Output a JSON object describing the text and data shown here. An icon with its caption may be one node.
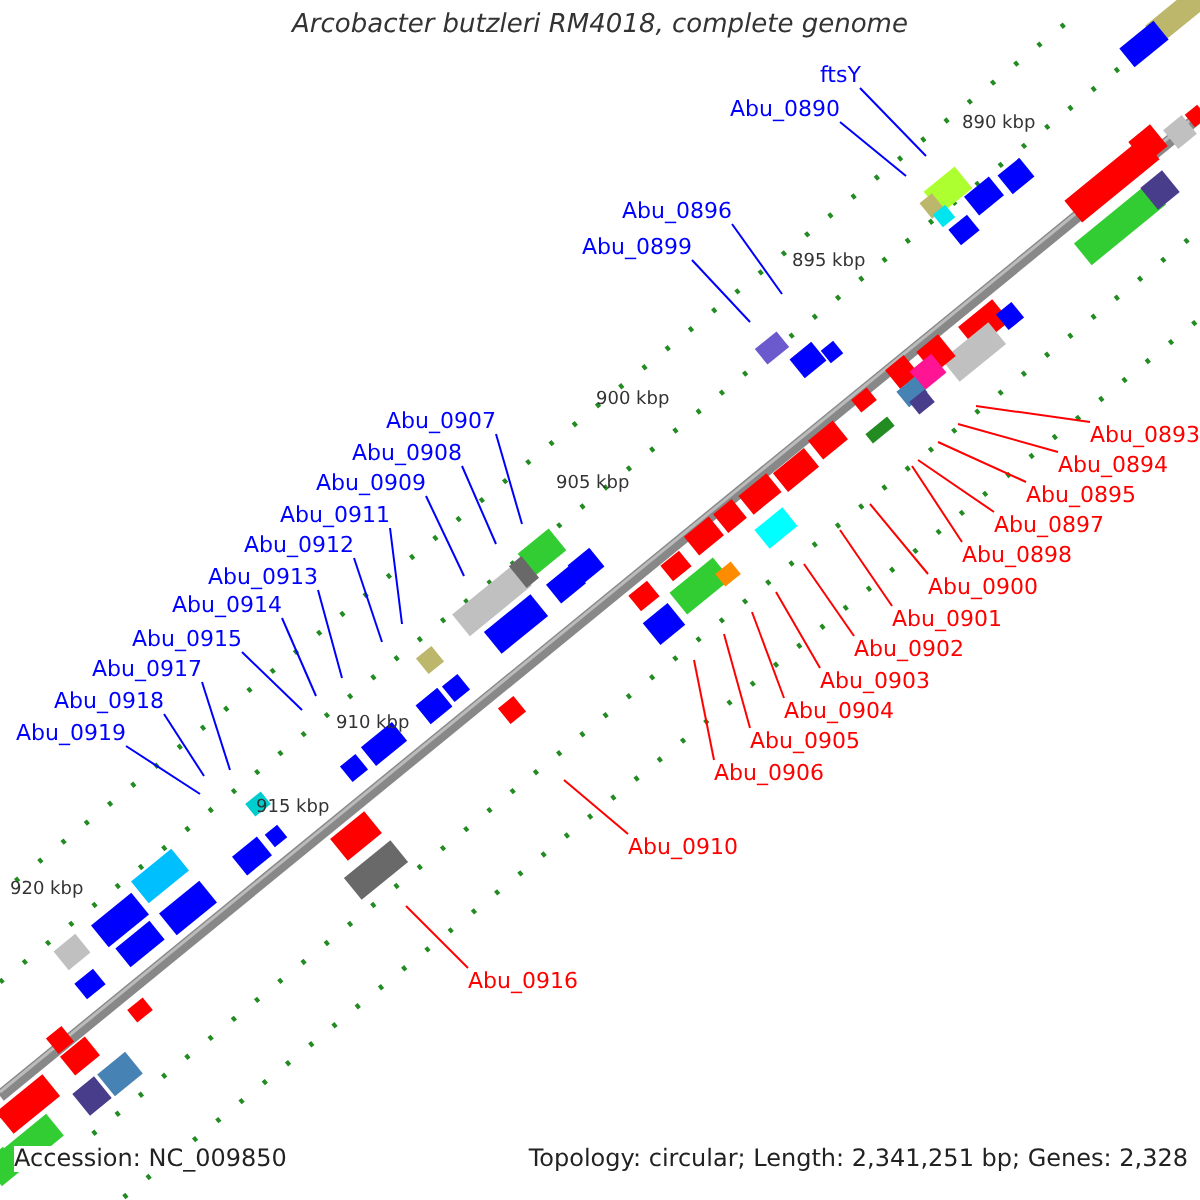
{
  "diagram": {
    "title": "Arcobacter butzleri RM4018, complete genome",
    "nodes": [
      {
        "text": [
          "ftsY"
        ]
      },
      {
        "text": [
          "Abu_0890"
        ]
      },
      {
        "text": [
          "Abu_0896"
        ]
      },
      {
        "text": [
          "Abu_0899"
        ]
      },
      {
        "text": [
          "Abu_0907"
        ]
      },
      {
        "text": [
          "Abu_0908"
        ]
      },
      {
        "text": [
          "Abu_0909"
        ]
      },
      {
        "text": [
          "Abu_0911"
        ]
      },
      {
        "text": [
          "Abu_0912"
        ]
      },
      {
        "text": [
          "Abu_0913"
        ]
      },
      {
        "text": [
          "Abu_0914"
        ]
      },
      {
        "text": [
          "Abu_0915"
        ]
      },
      {
        "text": [
          "Abu_0917"
        ]
      },
      {
        "text": [
          "Abu_0918"
        ]
      },
      {
        "text": [
          "Abu_0919"
        ]
      },
      {
        "text": [
          "Abu_0893"
        ]
      },
      {
        "text": [
          "Abu_0894"
        ]
      },
      {
        "text": [
          "Abu_0895"
        ]
      },
      {
        "text": [
          "Abu_0897"
        ]
      },
      {
        "text": [
          "Abu_0898"
        ]
      },
      {
        "text": [
          "Abu_0900"
        ]
      },
      {
        "text": [
          "Abu_0901"
        ]
      },
      {
        "text": [
          "Abu_0902"
        ]
      },
      {
        "text": [
          "Abu_0903"
        ]
      },
      {
        "text": [
          "Abu_0904"
        ]
      },
      {
        "text": [
          "Abu_0905"
        ]
      },
      {
        "text": [
          "Abu_0906"
        ]
      },
      {
        "text": [
          "Abu_0910"
        ]
      },
      {
        "text": [
          "Abu_0916"
        ]
      }
    ],
    "edges": [
      {
        "from": 0,
        "to": null,
        "arrow": "none"
      },
      {
        "from": 1,
        "to": null,
        "arrow": "none"
      },
      {
        "from": 2,
        "to": null,
        "arrow": "none"
      },
      {
        "from": 3,
        "to": null,
        "arrow": "none"
      },
      {
        "from": 4,
        "to": null,
        "arrow": "none"
      },
      {
        "from": 5,
        "to": null,
        "arrow": "none"
      },
      {
        "from": 6,
        "to": null,
        "arrow": "none"
      },
      {
        "from": 7,
        "to": null,
        "arrow": "none"
      },
      {
        "from": 8,
        "to": null,
        "arrow": "none"
      },
      {
        "from": 9,
        "to": null,
        "arrow": "none"
      },
      {
        "from": 10,
        "to": null,
        "arrow": "none"
      },
      {
        "from": 11,
        "to": null,
        "arrow": "none"
      },
      {
        "from": 12,
        "to": null,
        "arrow": "none"
      },
      {
        "from": 13,
        "to": null,
        "arrow": "none"
      },
      {
        "from": 14,
        "to": null,
        "arrow": "none"
      },
      {
        "from": 15,
        "to": null,
        "arrow": "none",
        "color": "#ff0000"
      },
      {
        "from": 16,
        "to": null,
        "arrow": "none",
        "color": "#ff0000"
      },
      {
        "from": 17,
        "to": null,
        "arrow": "none",
        "color": "#ff0000"
      },
      {
        "from": 18,
        "to": null,
        "arrow": "none",
        "color": "#ff0000"
      },
      {
        "from": 19,
        "to": null,
        "arrow": "none",
        "color": "#ff0000"
      },
      {
        "from": 20,
        "to": null,
        "arrow": "none",
        "color": "#ff0000"
      },
      {
        "from": 21,
        "to": null,
        "arrow": "none",
        "color": "#ff0000"
      },
      {
        "from": 22,
        "to": null,
        "arrow": "none",
        "color": "#ff0000"
      },
      {
        "from": 23,
        "to": null,
        "arrow": "none",
        "color": "#ff0000"
      },
      {
        "from": 24,
        "to": null,
        "arrow": "none",
        "color": "#ff0000"
      },
      {
        "from": 25,
        "to": null,
        "arrow": "none",
        "color": "#ff0000"
      },
      {
        "from": 26,
        "to": null,
        "arrow": "none",
        "color": "#ff0000"
      },
      {
        "from": 27,
        "to": null,
        "arrow": "none",
        "color": "#ff0000"
      },
      {
        "from": 28,
        "to": null,
        "arrow": "none",
        "color": "#ff0000"
      }
    ],
    "labels": [
      "890 kbp",
      "895 kbp",
      "900 kbp",
      "905 kbp",
      "910 kbp",
      "915 kbp",
      "920 kbp",
      "Accession: NC_009850",
      "Topology: circular; Length: 2,341,251 bp; Genes: 2,328"
    ]
  }
}
